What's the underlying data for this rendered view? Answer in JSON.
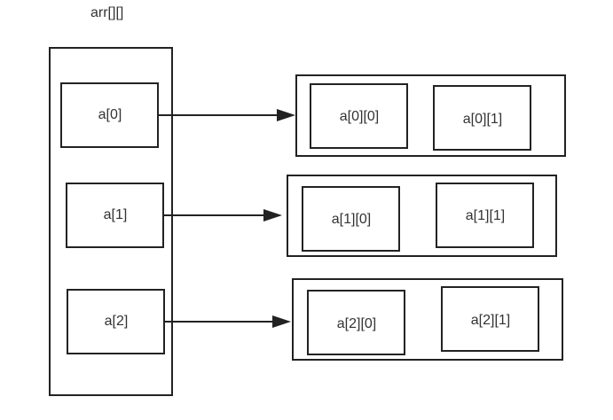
{
  "title": "arr[][]",
  "outer": {
    "cells": [
      {
        "label": "a[0]"
      },
      {
        "label": "a[1]"
      },
      {
        "label": "a[2]"
      }
    ]
  },
  "rows": [
    {
      "cells": [
        {
          "label": "a[0][0]"
        },
        {
          "label": "a[0][1]"
        }
      ]
    },
    {
      "cells": [
        {
          "label": "a[1][0]"
        },
        {
          "label": "a[1][1]"
        }
      ]
    },
    {
      "cells": [
        {
          "label": "a[2][0]"
        },
        {
          "label": "a[2][1]"
        }
      ]
    }
  ],
  "colors": {
    "stroke": "#222222",
    "text": "#333333"
  }
}
